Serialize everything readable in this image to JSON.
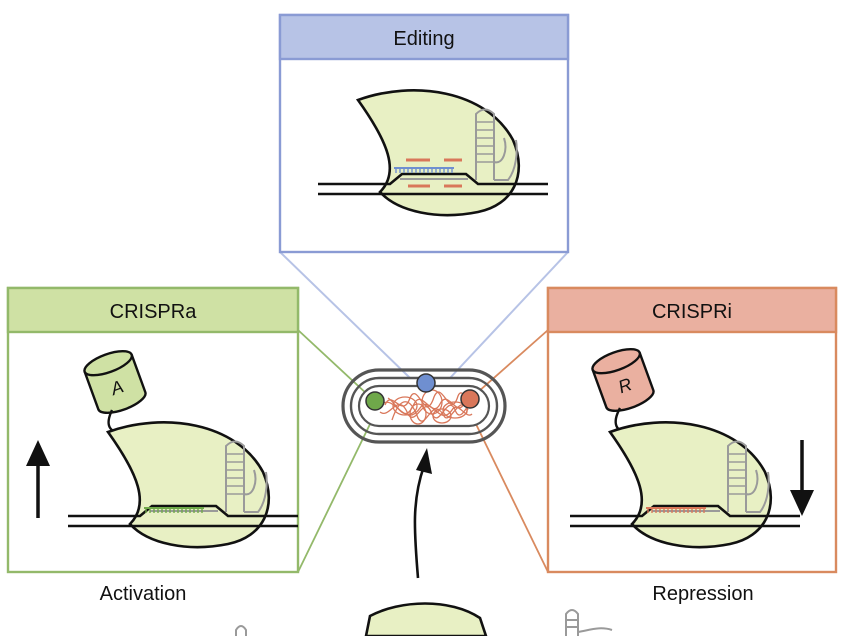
{
  "panels": {
    "editing": {
      "title": "Editing"
    },
    "crispra": {
      "title": "CRISPRa",
      "caption": "Activation",
      "effector_letter": "A"
    },
    "crispri": {
      "title": "CRISPRi",
      "caption": "Repression",
      "effector_letter": "R"
    }
  },
  "colors": {
    "editing_header": "#b7c3e6",
    "editing_border": "#8a9bd4",
    "crispra_header": "#cfe1a4",
    "crispra_border": "#93b96a",
    "crispri_header": "#eab0a0",
    "crispri_border": "#d98a5f",
    "cas9_fill": "#e8f0c4",
    "guide_editing": "#6f8fd0",
    "guide_activation": "#6fa84a",
    "guide_repression": "#d9775a",
    "cell_chromosome": "#d9775a"
  }
}
